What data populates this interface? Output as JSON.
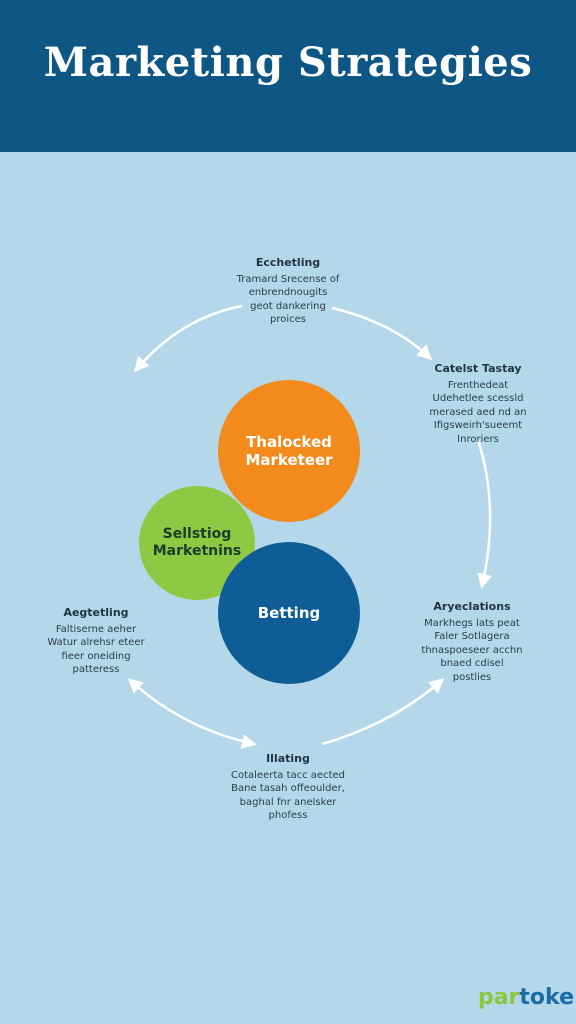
{
  "header": {
    "title": "Marketing Strategies"
  },
  "center": {
    "orange": "Thalocked\nMarketeer",
    "green": "Sellstiog\nMarketnins",
    "blue": "Betting"
  },
  "nodes": {
    "top": {
      "title": "Ecchetling",
      "desc": "Tramard Srecense of\nenbrendnougits\ngeot dankering\nproices"
    },
    "right": {
      "title": "Catelst Tastay",
      "desc": "Frenthedeat\nUdehetlee scessld\nmerased aed nd an\nIfigsweirh'sueemt\nInroriers"
    },
    "right_bottom": {
      "title": "Aryeclations",
      "desc": "Markhegs lats peat\nFaler Sotlagera\nthnaspoeseer acchn\nbnaed cdisel\npostlies"
    },
    "bottom": {
      "title": "Illating",
      "desc": "Cotaleerta tacc aected\nBane tasah offeoulder,\nbaghal fnr anelsker\nphofess"
    },
    "left": {
      "title": "Aegtetling",
      "desc": "Faltiserne aeher\nWatur alrehsr eteer\nfieer oneiding\npatteress"
    }
  },
  "logo": {
    "part1": "par",
    "part2": "toke"
  },
  "colors": {
    "header": "#0e5683",
    "background": "#b4d8e9",
    "orange": "#f28a1c",
    "green": "#8fc843",
    "blue": "#0f5d97"
  }
}
